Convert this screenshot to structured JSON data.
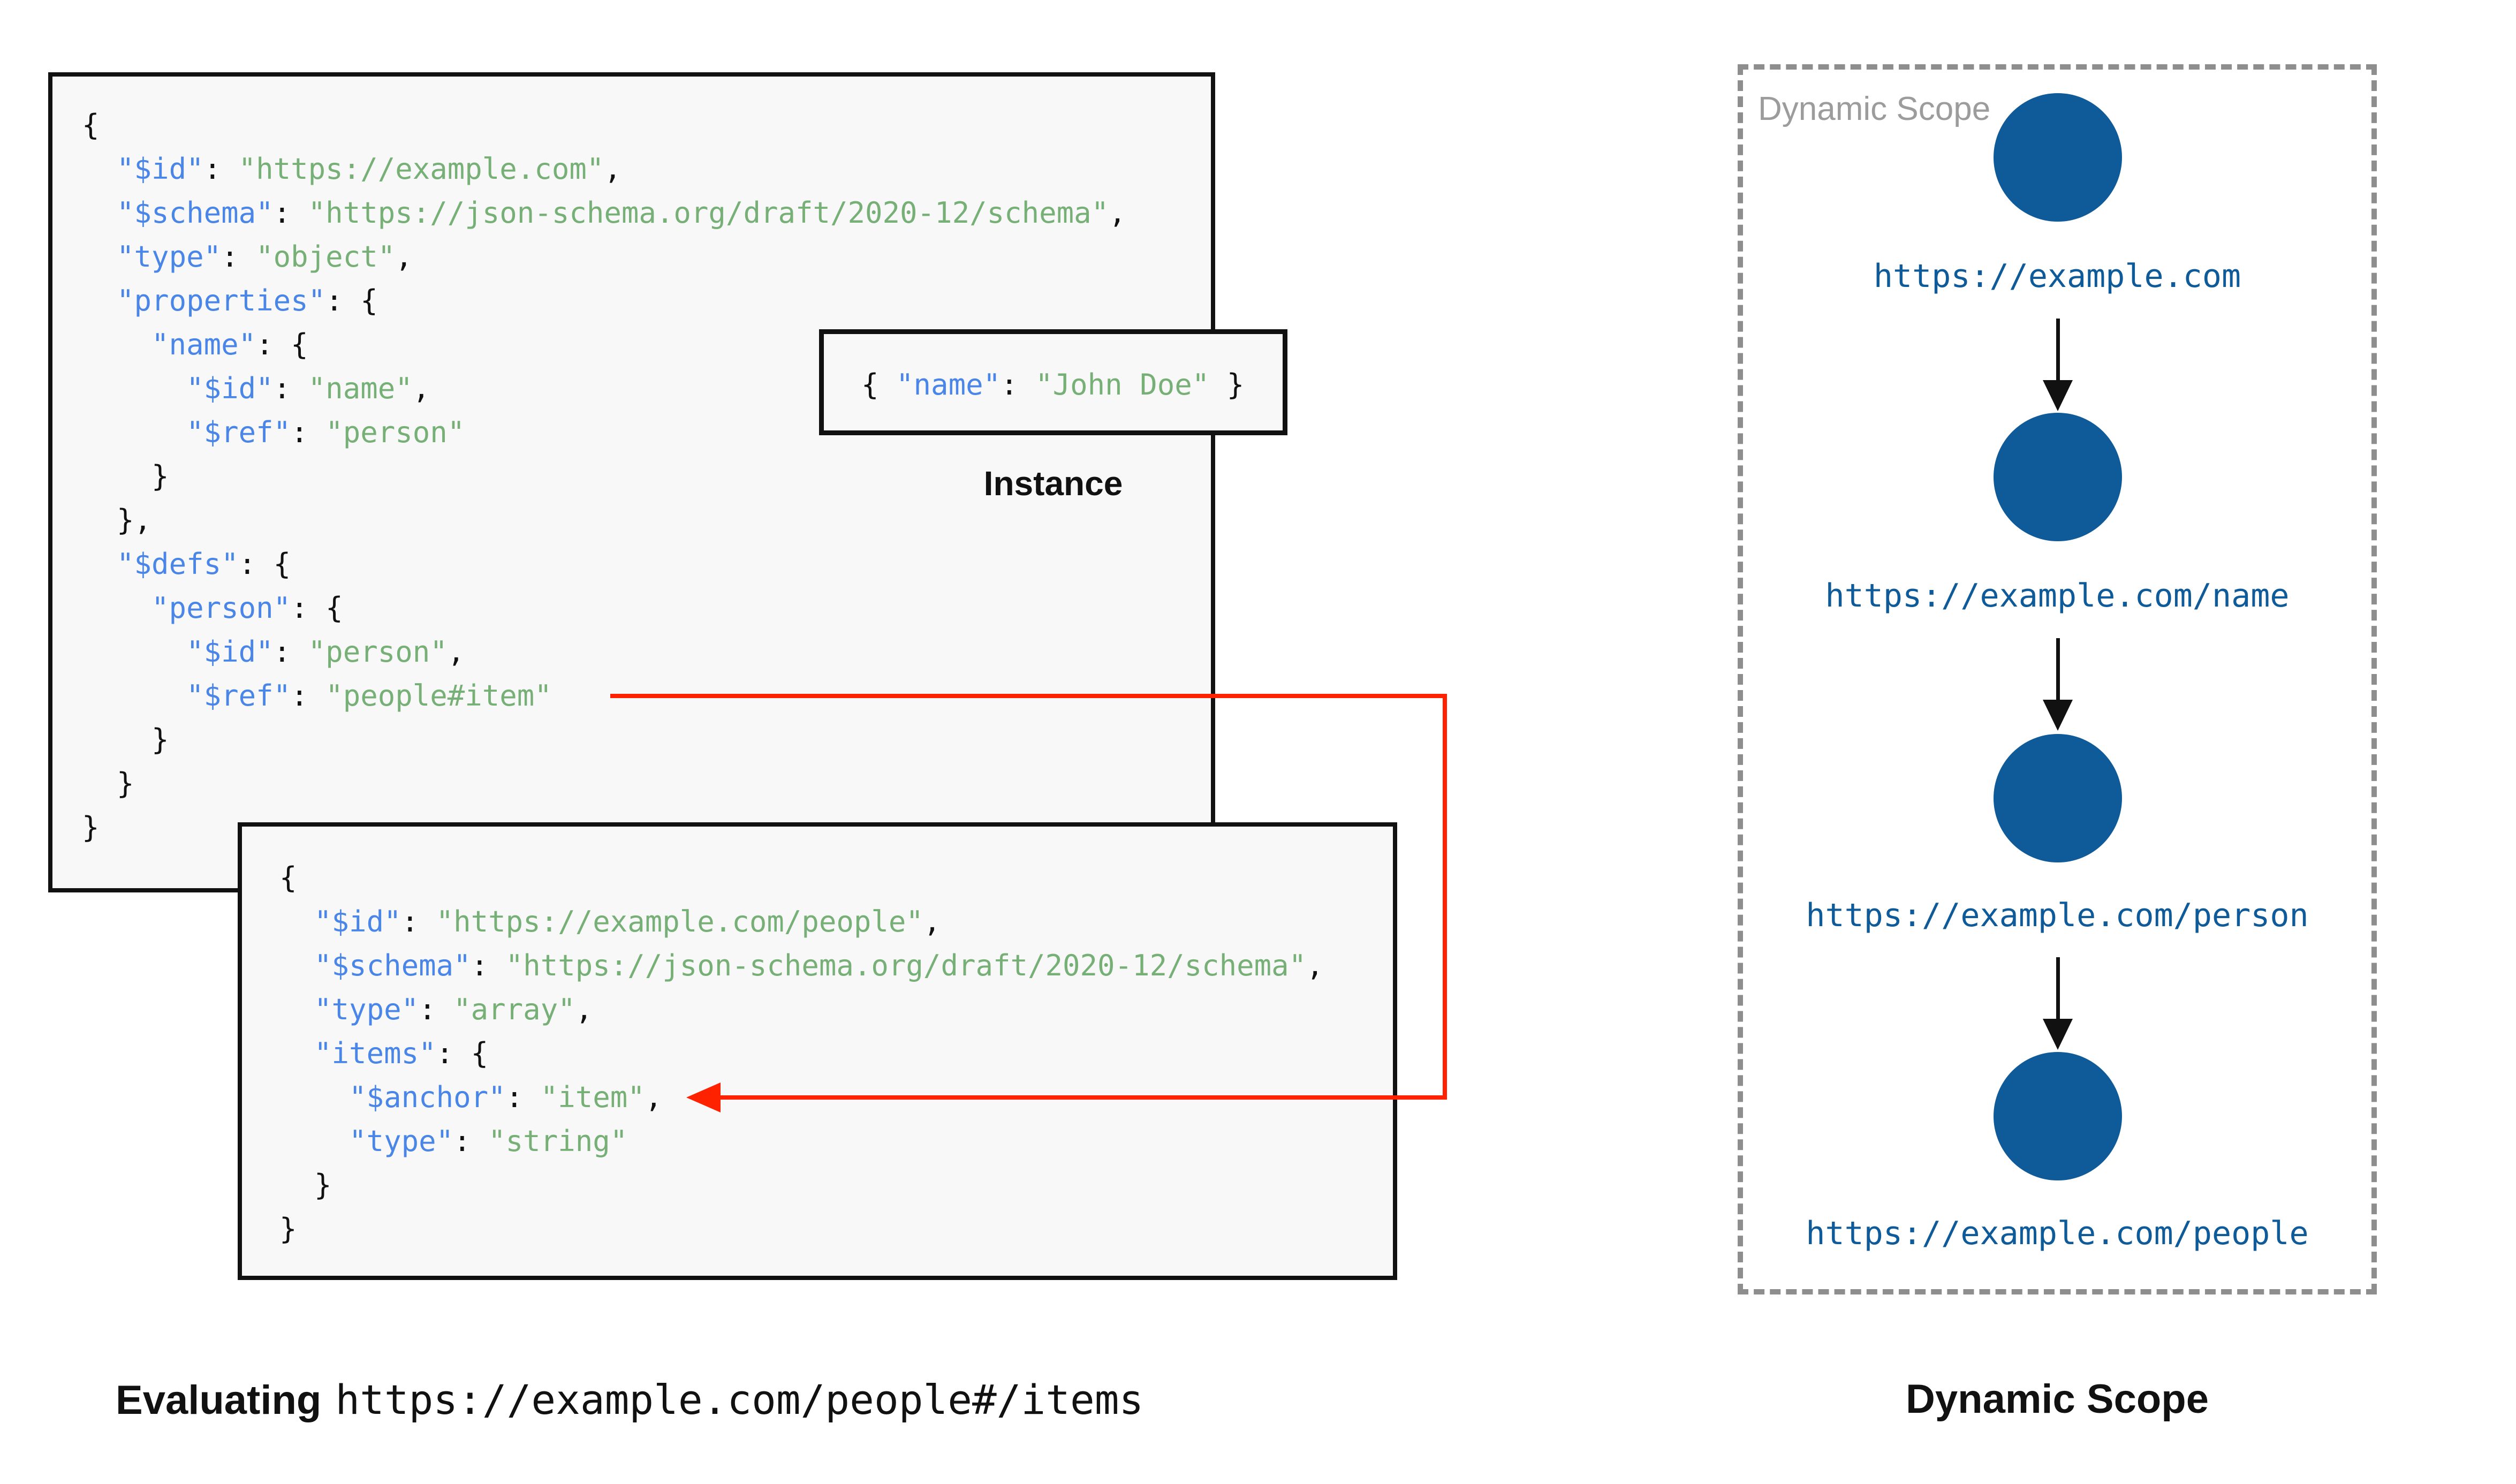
{
  "colors": {
    "key_blue": "#4a86e8",
    "string_green": "#77b077",
    "ink_black": "#111111",
    "box_bg": "#f8f8f8",
    "red_arrow": "#ff2200",
    "node_blue": "#0f5b99",
    "watermark_gray": "#9c9c9c",
    "dash_gray": "#8e8e8e"
  },
  "schema1": {
    "lines": [
      [
        {
          "t": "p",
          "v": "{"
        }
      ],
      [
        {
          "t": "p",
          "v": "  "
        },
        {
          "t": "k",
          "v": "\"$id\""
        },
        {
          "t": "p",
          "v": ": "
        },
        {
          "t": "s",
          "v": "\"https://example.com\""
        },
        {
          "t": "p",
          "v": ","
        }
      ],
      [
        {
          "t": "p",
          "v": "  "
        },
        {
          "t": "k",
          "v": "\"$schema\""
        },
        {
          "t": "p",
          "v": ": "
        },
        {
          "t": "s",
          "v": "\"https://json-schema.org/draft/2020-12/schema\""
        },
        {
          "t": "p",
          "v": ","
        }
      ],
      [
        {
          "t": "p",
          "v": "  "
        },
        {
          "t": "k",
          "v": "\"type\""
        },
        {
          "t": "p",
          "v": ": "
        },
        {
          "t": "s",
          "v": "\"object\""
        },
        {
          "t": "p",
          "v": ","
        }
      ],
      [
        {
          "t": "p",
          "v": "  "
        },
        {
          "t": "k",
          "v": "\"properties\""
        },
        {
          "t": "p",
          "v": ": {"
        }
      ],
      [
        {
          "t": "p",
          "v": "    "
        },
        {
          "t": "k",
          "v": "\"name\""
        },
        {
          "t": "p",
          "v": ": {"
        }
      ],
      [
        {
          "t": "p",
          "v": "      "
        },
        {
          "t": "k",
          "v": "\"$id\""
        },
        {
          "t": "p",
          "v": ": "
        },
        {
          "t": "s",
          "v": "\"name\""
        },
        {
          "t": "p",
          "v": ","
        }
      ],
      [
        {
          "t": "p",
          "v": "      "
        },
        {
          "t": "k",
          "v": "\"$ref\""
        },
        {
          "t": "p",
          "v": ": "
        },
        {
          "t": "s",
          "v": "\"person\""
        }
      ],
      [
        {
          "t": "p",
          "v": "    }"
        }
      ],
      [
        {
          "t": "p",
          "v": "  },"
        }
      ],
      [
        {
          "t": "p",
          "v": "  "
        },
        {
          "t": "k",
          "v": "\"$defs\""
        },
        {
          "t": "p",
          "v": ": {"
        }
      ],
      [
        {
          "t": "p",
          "v": "    "
        },
        {
          "t": "k",
          "v": "\"person\""
        },
        {
          "t": "p",
          "v": ": {"
        }
      ],
      [
        {
          "t": "p",
          "v": "      "
        },
        {
          "t": "k",
          "v": "\"$id\""
        },
        {
          "t": "p",
          "v": ": "
        },
        {
          "t": "s",
          "v": "\"person\""
        },
        {
          "t": "p",
          "v": ","
        }
      ],
      [
        {
          "t": "p",
          "v": "      "
        },
        {
          "t": "k",
          "v": "\"$ref\""
        },
        {
          "t": "p",
          "v": ": "
        },
        {
          "t": "s",
          "v": "\"people#item\""
        }
      ],
      [
        {
          "t": "p",
          "v": "    }"
        }
      ],
      [
        {
          "t": "p",
          "v": "  }"
        }
      ],
      [
        {
          "t": "p",
          "v": "}"
        }
      ]
    ]
  },
  "schema2": {
    "lines": [
      [
        {
          "t": "p",
          "v": "{"
        }
      ],
      [
        {
          "t": "p",
          "v": "  "
        },
        {
          "t": "k",
          "v": "\"$id\""
        },
        {
          "t": "p",
          "v": ": "
        },
        {
          "t": "s",
          "v": "\"https://example.com/people\""
        },
        {
          "t": "p",
          "v": ","
        }
      ],
      [
        {
          "t": "p",
          "v": "  "
        },
        {
          "t": "k",
          "v": "\"$schema\""
        },
        {
          "t": "p",
          "v": ": "
        },
        {
          "t": "s",
          "v": "\"https://json-schema.org/draft/2020-12/schema\""
        },
        {
          "t": "p",
          "v": ","
        }
      ],
      [
        {
          "t": "p",
          "v": "  "
        },
        {
          "t": "k",
          "v": "\"type\""
        },
        {
          "t": "p",
          "v": ": "
        },
        {
          "t": "s",
          "v": "\"array\""
        },
        {
          "t": "p",
          "v": ","
        }
      ],
      [
        {
          "t": "p",
          "v": "  "
        },
        {
          "t": "k",
          "v": "\"items\""
        },
        {
          "t": "p",
          "v": ": {"
        }
      ],
      [
        {
          "t": "p",
          "v": "    "
        },
        {
          "t": "k",
          "v": "\"$anchor\""
        },
        {
          "t": "p",
          "v": ": "
        },
        {
          "t": "s",
          "v": "\"item\""
        },
        {
          "t": "p",
          "v": ","
        }
      ],
      [
        {
          "t": "p",
          "v": "    "
        },
        {
          "t": "k",
          "v": "\"type\""
        },
        {
          "t": "p",
          "v": ": "
        },
        {
          "t": "s",
          "v": "\"string\""
        }
      ],
      [
        {
          "t": "p",
          "v": "  }"
        }
      ],
      [
        {
          "t": "p",
          "v": "}"
        }
      ]
    ]
  },
  "instance": {
    "label": "Instance",
    "lines": [
      [
        {
          "t": "p",
          "v": "{ "
        },
        {
          "t": "k",
          "v": "\"name\""
        },
        {
          "t": "p",
          "v": ": "
        },
        {
          "t": "s",
          "v": "\"John Doe\""
        },
        {
          "t": "p",
          "v": " }"
        }
      ]
    ]
  },
  "scope_panel": {
    "watermark": "Dynamic Scope",
    "nodes": [
      {
        "label": "https://example.com"
      },
      {
        "label": "https://example.com/name"
      },
      {
        "label": "https://example.com/person"
      },
      {
        "label": "https://example.com/people"
      }
    ]
  },
  "captions": {
    "evaluating_label": "Evaluating",
    "evaluating_uri": "https://example.com/people#/items",
    "scope_title": "Dynamic Scope"
  }
}
